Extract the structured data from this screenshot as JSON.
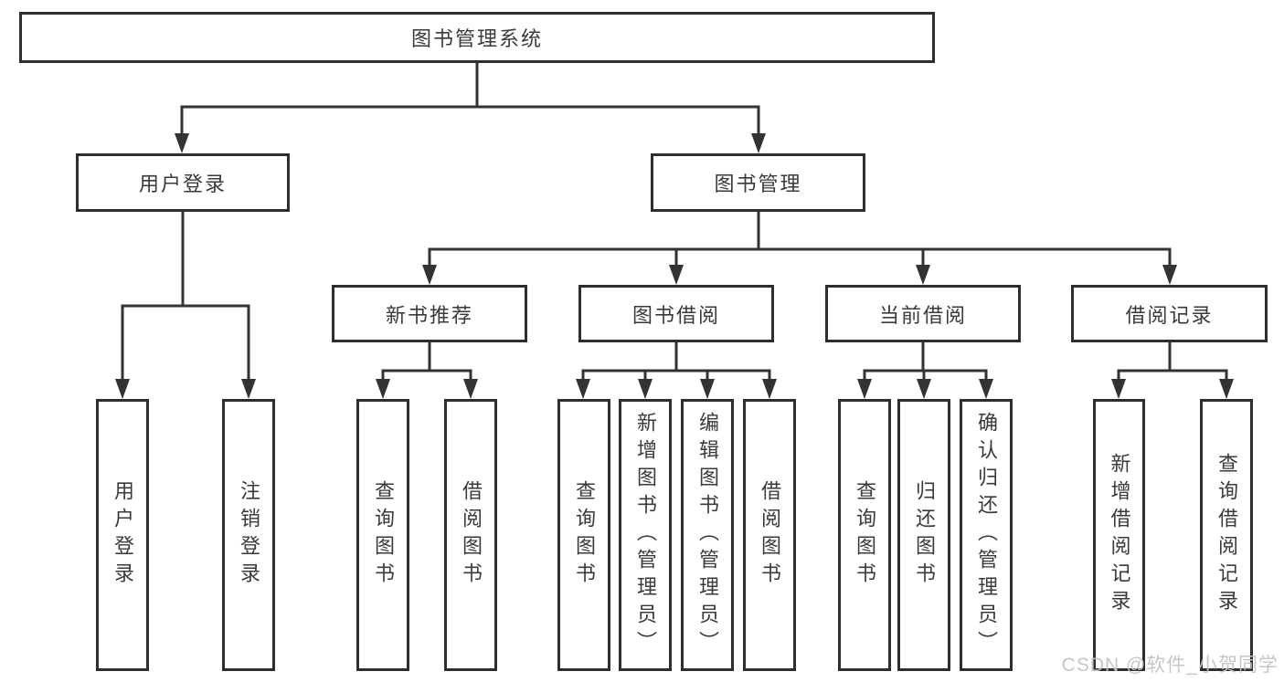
{
  "diagram": {
    "root": {
      "label": "图书管理系统"
    },
    "user": {
      "label": "用户登录",
      "children": [
        {
          "label": "用户登录"
        },
        {
          "label": "注销登录"
        }
      ]
    },
    "mgmt": {
      "label": "图书管理",
      "sections": [
        {
          "label": "新书推荐",
          "children": [
            {
              "label": "查询图书"
            },
            {
              "label": "借阅图书"
            }
          ]
        },
        {
          "label": "图书借阅",
          "children": [
            {
              "label": "查询图书"
            },
            {
              "label": "新增图书（管理员）"
            },
            {
              "label": "编辑图书（管理员）"
            },
            {
              "label": "借阅图书"
            }
          ]
        },
        {
          "label": "当前借阅",
          "children": [
            {
              "label": "查询图书"
            },
            {
              "label": "归还图书"
            },
            {
              "label": "确认归还（管理员）"
            }
          ]
        },
        {
          "label": "借阅记录",
          "children": [
            {
              "label": "新增借阅记录"
            },
            {
              "label": "查询借阅记录"
            }
          ]
        }
      ]
    },
    "colors": {
      "line": "#333333",
      "text": "#3a3a3a",
      "watermark": "#c3c3c3"
    }
  },
  "watermark": {
    "text": "CSDN @软件_小贺同学"
  }
}
